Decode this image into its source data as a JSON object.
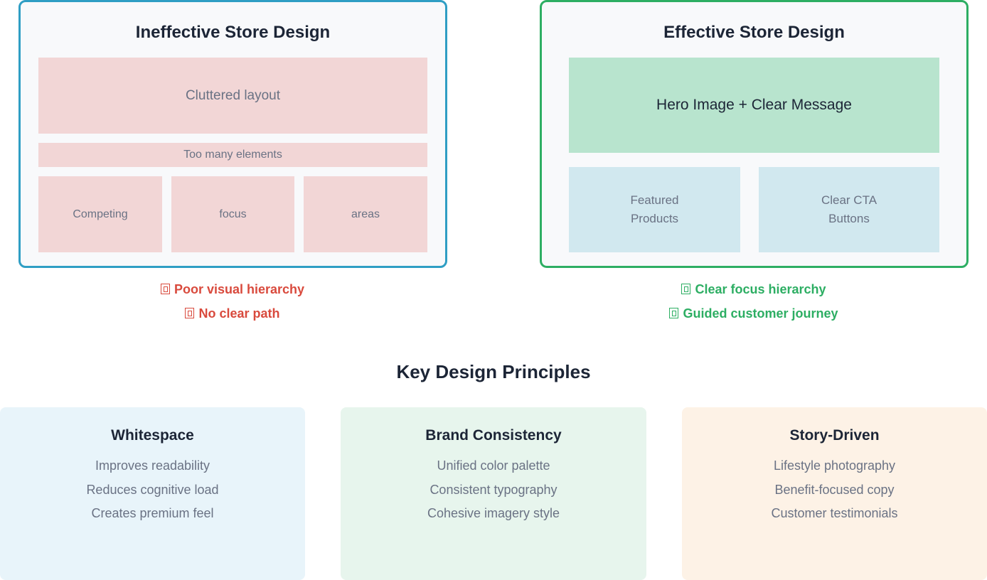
{
  "ineffective": {
    "title": "Ineffective Store Design",
    "header_box": "Cluttered layout",
    "strip_box": "Too many elements",
    "columns": [
      "Competing",
      "focus",
      "areas"
    ],
    "notes": [
      "Poor visual hierarchy",
      "No clear path"
    ],
    "accent": "#2f9ec4",
    "note_color": "#d94a3d"
  },
  "effective": {
    "title": "Effective Store Design",
    "hero_box": "Hero Image + Clear Message",
    "card_left": {
      "line1": "Featured",
      "line2": "Products"
    },
    "card_right": {
      "line1": "Clear CTA",
      "line2": "Buttons"
    },
    "notes": [
      "Clear focus hierarchy",
      "Guided customer journey"
    ],
    "accent": "#2dae63",
    "note_color": "#2dae63"
  },
  "principles": {
    "title": "Key Design Principles",
    "cards": [
      {
        "title": "Whitespace",
        "items": [
          "Improves readability",
          "Reduces cognitive load",
          "Creates premium feel"
        ],
        "color": "#e8f4fa"
      },
      {
        "title": "Brand Consistency",
        "items": [
          "Unified color palette",
          "Consistent typography",
          "Cohesive imagery style"
        ],
        "color": "#e7f5ed"
      },
      {
        "title": "Story-Driven",
        "items": [
          "Lifestyle photography",
          "Benefit-focused copy",
          "Customer testimonials"
        ],
        "color": "#fdf2e6"
      }
    ]
  }
}
